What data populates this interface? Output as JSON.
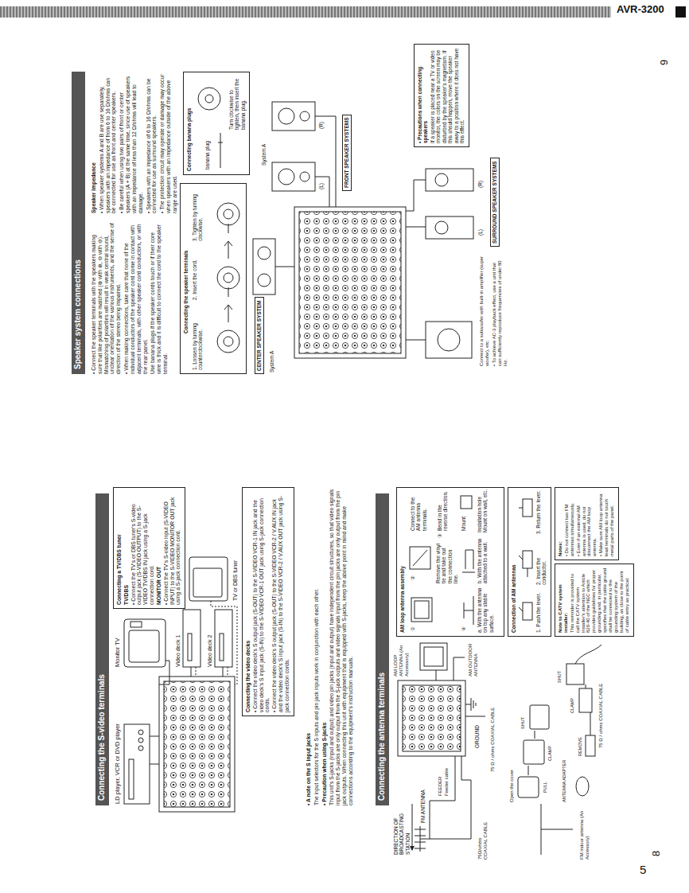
{
  "diagram": {
    "nodes": [
      {
        "text": [
          "Connecting the S-video terminals"
        ]
      },
      {
        "text": [
          "Connecting a TV/DBS tuner",
          "TV/DBS",
          "• Connect the TV's or DBS tuner's S-video output jack (S-VIDEO OUTPUT) to the S-VIDEO TV/DBS IN jack using a S-jack connection cord.",
          "MONITOR OUT",
          "• Connect the TV's S-video input (S-VIDEO INPUT) to the S-VIDEO MONITOR OUT jack using a S-jack connection cord."
        ]
      },
      {
        "text": [
          "Connecting the video decks",
          "• Connect the video deck's S output jack (S-OUT) to the S-VIDEO VCR-1 IN jack and the video deck's S input jack (S-IN) to the S-VIDEO VCR-1 OUT jack using S-jack connection cords.",
          "• Connect the video deck's S output jack (S-OUT) to the S-VIDEO VCR-2 / V.AUX IN jack and the video deck's S input jack (S-IN) to the S-VIDEO VCR-2 / V.AUX OUT jack using S-jack connection cords."
        ]
      },
      {
        "text": [
          "Connecting the antenna terminals"
        ]
      },
      {
        "text": [
          "AM loop antenna assembly",
          "①",
          "Connect to the AM antenna terminals.",
          "②",
          "Remove the vinyl tie and take out the connection line.",
          "③",
          "Bend in the reverse direction.",
          "④",
          "a. With the antenna on top any stable surface.",
          "b. With the antenna attached to a wall.",
          "Mount",
          "Installation hole Mount on wall, etc."
        ]
      },
      {
        "text": [
          "Connection of AM antennas",
          "1. Push the lever.",
          "2. Insert the conductor.",
          "3. Return the lever."
        ]
      },
      {
        "text": [
          "Note to CATV system installer:",
          "This reminder is provided to call the CATV system installer's attention to Article 820-40 of the NEC which provides guidelines for proper grounding and, in particular, specifies that the cable ground shall be connected to the grounding system of the building, as close to the point of cable entry as practical."
        ]
      },
      {
        "text": [
          "Notes:",
          "• Do not connect two FM antennas simultaneously.",
          "• Even if an external AM antenna is used, do not disconnect the AM loop antenna.",
          "• Make sure AM loop antenna lead terminals do not touch metal parts of the panel."
        ]
      },
      {
        "text": [
          "Speaker system connections"
        ]
      },
      {
        "text": [
          "Connecting the speaker terminals",
          "1. Loosen by turning counterclockwise.",
          "2. Insert the cord.",
          "3. Tighten by turning clockwise."
        ]
      },
      {
        "text": [
          "Connecting banana plugs",
          "banana plug",
          "Turn clockwise to tighten, then insert the banana plug."
        ]
      },
      {
        "text": [
          "• Precautions when connecting speakers",
          "If a speaker is placed near a TV or video monitor, the colors on the screen may be disturbed by the speaker's magnetism. If this should happen, move the speaker away to a position where it does not have this effect."
        ]
      },
      {
        "text": [
          "CENTER SPEAKER SYSTEM"
        ]
      },
      {
        "text": [
          "FRONT SPEAKER SYSTEMS"
        ]
      },
      {
        "text": [
          "SURROUND SPEAKER SYSTEMS"
        ]
      }
    ],
    "labels": [
      "AVR-3200",
      "5",
      "LD player, VCR or DVD player",
      "Monitor TV",
      "Video deck 1",
      "Video deck 2",
      "TV or DBS tuner",
      "• A note on the S input jacks",
      "The input selectors for the S inputs and pin jack inputs work in conjunction with each other.",
      "• Precaution when using S-jacks",
      "This unit's S-jacks (input and output) and video pin jacks (input and output) have independent circuit structures, so that video signals input from the S-jacks are only output from the S-jack outputs and video signals input from the pin jacks are only output from the pin jack outputs. When connecting this unit with equipment that is equipped with S-jacks, keep the above point in mind and make connections according to the equipment's instruction manuals.",
      "DIRECTION OF BROADCASTING STATION",
      "FM ANTENNA",
      "FEEDER",
      "Feeder cable",
      "75Ω/ohms COAXIAL CABLE",
      "GROUND",
      "AM LOOP ANTENNA (An Accessory)",
      "AM OUTDOOR ANTENNA",
      "75 Ω / ohms COAXIAL CABLE",
      "Open the cover",
      "PULL",
      "SHUT",
      "CLAMP",
      "ANTENNA ADAPTER",
      "REMOVE",
      "CLAMP",
      "SHUT",
      "75 Ω / ohms COAXIAL CABLE",
      "FM indoor antenna (An Accessory)",
      "8",
      "• Connect the speaker terminals with the speakers making sure that like polarities are matched (⊕ with ⊕, ⊖ with ⊖). Mismatching of polarities will result in weak central sound, unclear orientation of the various instruments, and the sense of direction of the stereo being impaired.",
      "• When making connections, take care that none of the individual conductors of the speaker cord come in contact with adjacent terminals, with other speaker cord conductors, or with the rear panel.",
      "Use banana plugs if the speaker cords touch or if their core wire is thick and it is difficult to connect the cord to the speaker terminal.",
      "Speaker Impedance",
      "• When speaker systems A and B are use separately, speakers with an impedance of from 6 to 16 Ω/ohms can be connected for use as front and center speakers.",
      "• Be careful when using two pairs of front or center speakers (A + B) at the same time, since use of speakers with an impedance of less than 12 Ω/ohms will lead to damage.",
      "• Speakers with an impedance of 6 to 16 Ω/ohms can be connected for use as surround speakers.",
      "• The protection circuit may operate or damage may occur when speakers with an impedance outside of the above range are used.",
      "System A",
      "System A",
      "(L)",
      "(R)",
      "Connect to a subwoofer with built-in amplifier (super woofer), etc.",
      "• To achieve AC-3 playback effect, use a unit that can sufficiently reproduce frequencies of under 80 Hz.",
      "(L)",
      "(R)",
      "9"
    ]
  }
}
